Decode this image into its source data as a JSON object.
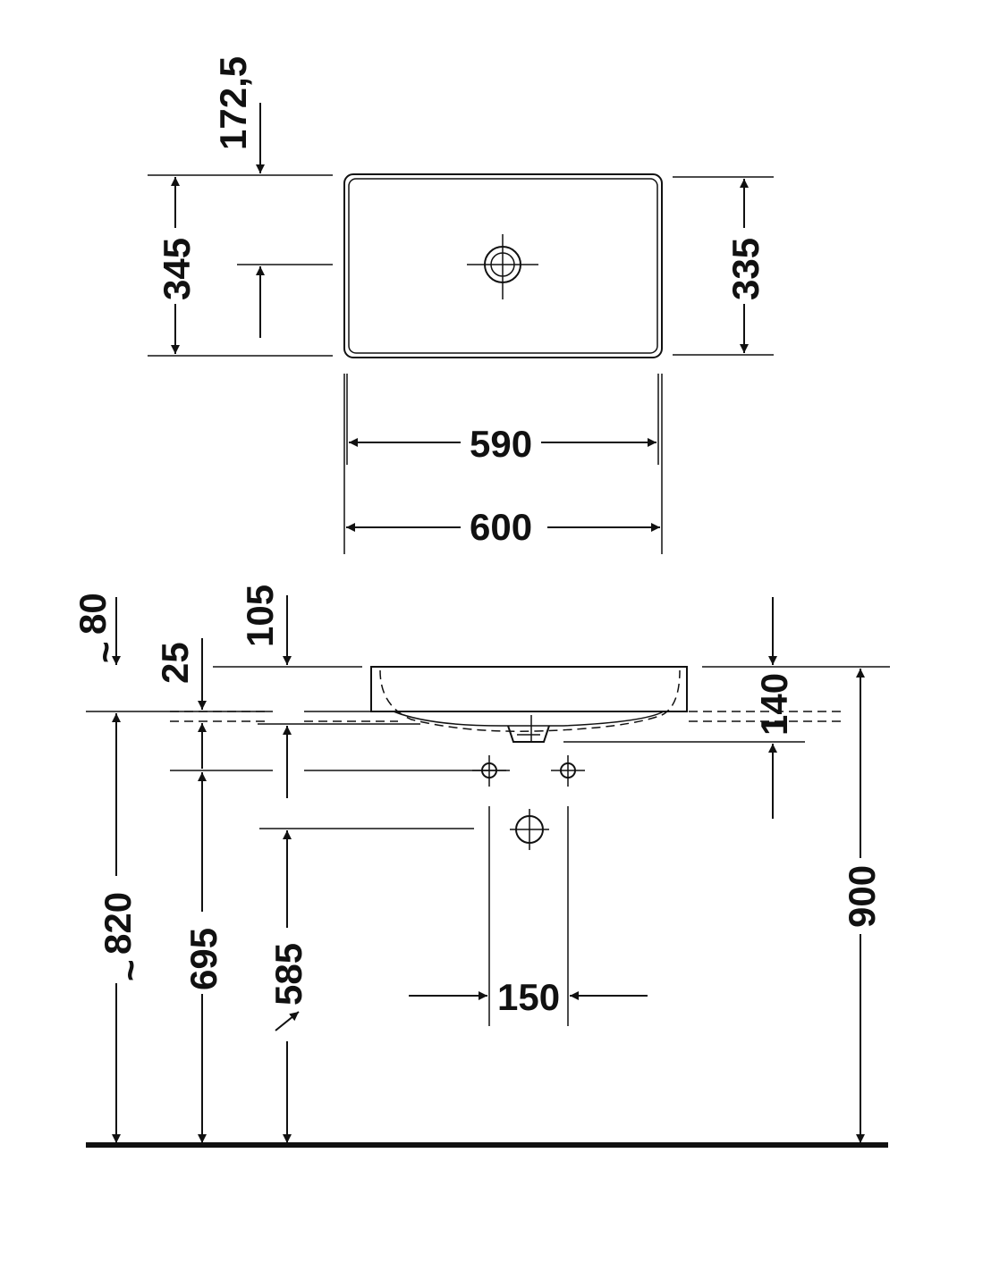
{
  "top_view": {
    "depth_to_drain": "172,5",
    "outer_depth": "345",
    "inner_depth": "335",
    "inner_width": "590",
    "outer_width": "600"
  },
  "side_view": {
    "rim_to_drain_approx": "80",
    "approx_symbol": "~",
    "overflow_offset": "25",
    "bowl_height": "105",
    "side_height": "140",
    "floor_to_rim_approx": "820",
    "floor_to_tap_holes": "695",
    "floor_to_waste": "585",
    "tap_hole_spacing": "150",
    "floor_to_top": "900"
  }
}
